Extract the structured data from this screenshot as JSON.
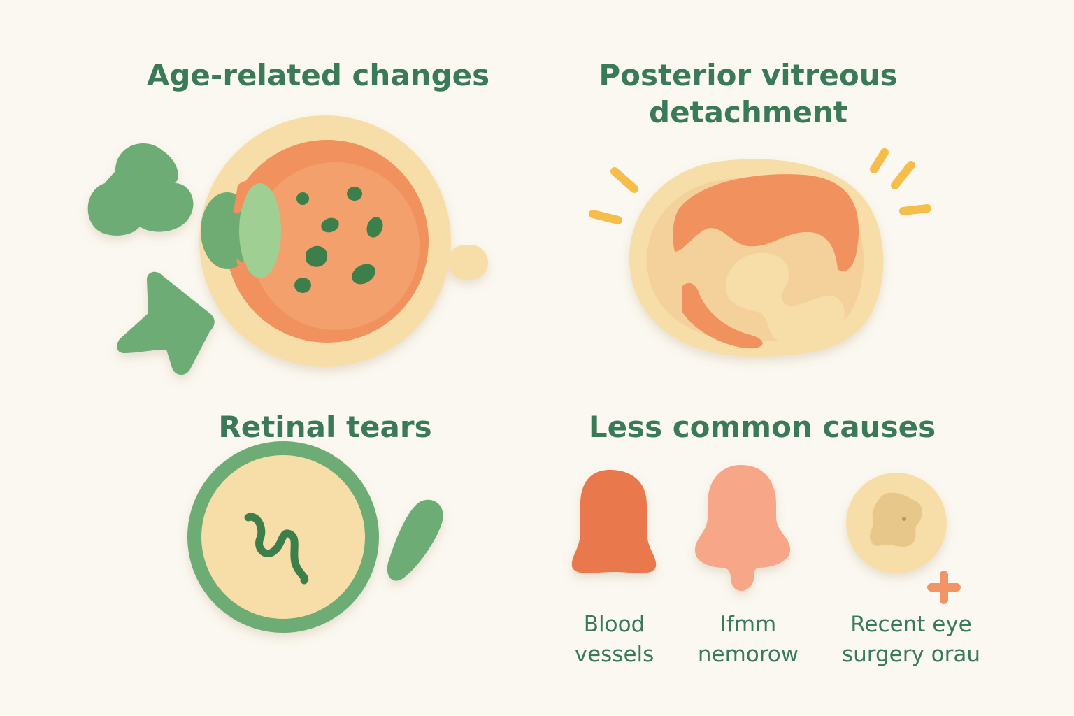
{
  "sections": {
    "age_related": {
      "title": "Age-related changes"
    },
    "pvd": {
      "title_line1": "Posterior vitreous",
      "title_line2": "detachment"
    },
    "retinal_tears": {
      "title": "Retinal tears"
    },
    "less_common": {
      "title": "Less common causes",
      "items": [
        {
          "line1": "Blood",
          "line2": "vessels"
        },
        {
          "line1": "Ifmm",
          "line2": "nemorow"
        },
        {
          "line1": "Recent eye",
          "line2": "surgery orau"
        }
      ]
    }
  },
  "colors": {
    "heading_green": "#3a7a58",
    "cream": "#f7dea8",
    "orange": "#f0915e",
    "green": "#6eac74",
    "dark_green": "#3d7f4a",
    "yellow": "#f5bd4a"
  },
  "icons": [
    "eye-cross-section-icon",
    "floaters-icon",
    "blob-icon",
    "arrow-icon",
    "detached-eye-icon",
    "sparkle-icon",
    "retina-tear-icon",
    "bean-icon",
    "bell-shape-icon",
    "ring-icon",
    "plus-icon"
  ]
}
